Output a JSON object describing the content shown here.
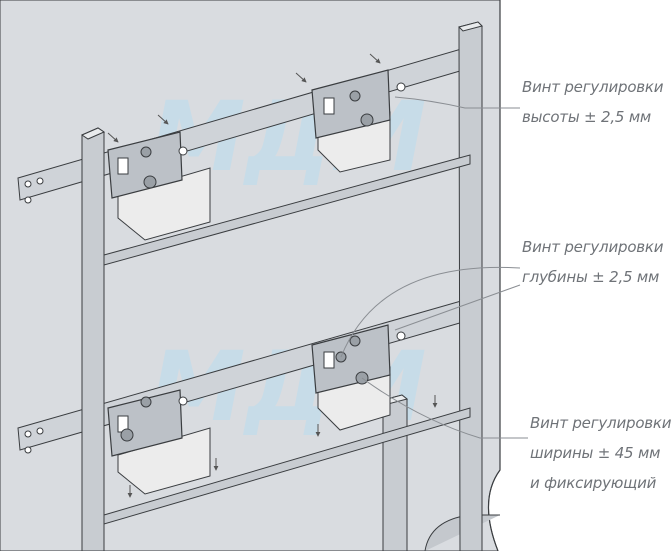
{
  "watermark": "МДМ",
  "callouts": {
    "height": {
      "line1": "Винт регулировки",
      "line2": "высоты ± 2,5 мм"
    },
    "depth": {
      "line1": "Винт регулировки",
      "line2": "глубины ± 2,5 мм"
    },
    "width": {
      "line1": "Винт регулировки",
      "line2": "ширины ± 45 мм",
      "line3": "и фиксирующий"
    }
  },
  "colors": {
    "rail": "#cfd3d8",
    "frame": "#c8ccd1",
    "bracket": "#bcc1c7",
    "wall": "#d7dade",
    "outline": "#3a3d40",
    "text": "#6f7378",
    "watermark": "#b9dcef"
  }
}
